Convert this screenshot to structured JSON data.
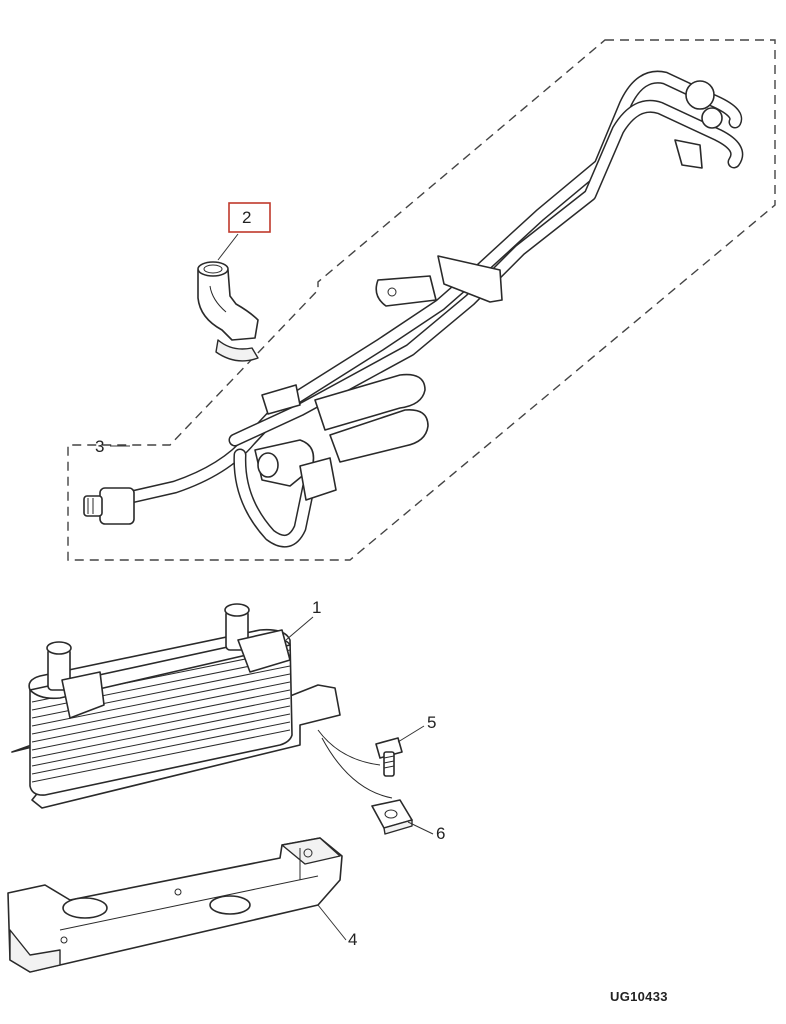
{
  "callouts": {
    "c1": "1",
    "c2": "2",
    "c3": "3",
    "c4": "4",
    "c5": "5",
    "c6": "6"
  },
  "highlight_color": "#c0392b",
  "reference_code": "UG10433"
}
